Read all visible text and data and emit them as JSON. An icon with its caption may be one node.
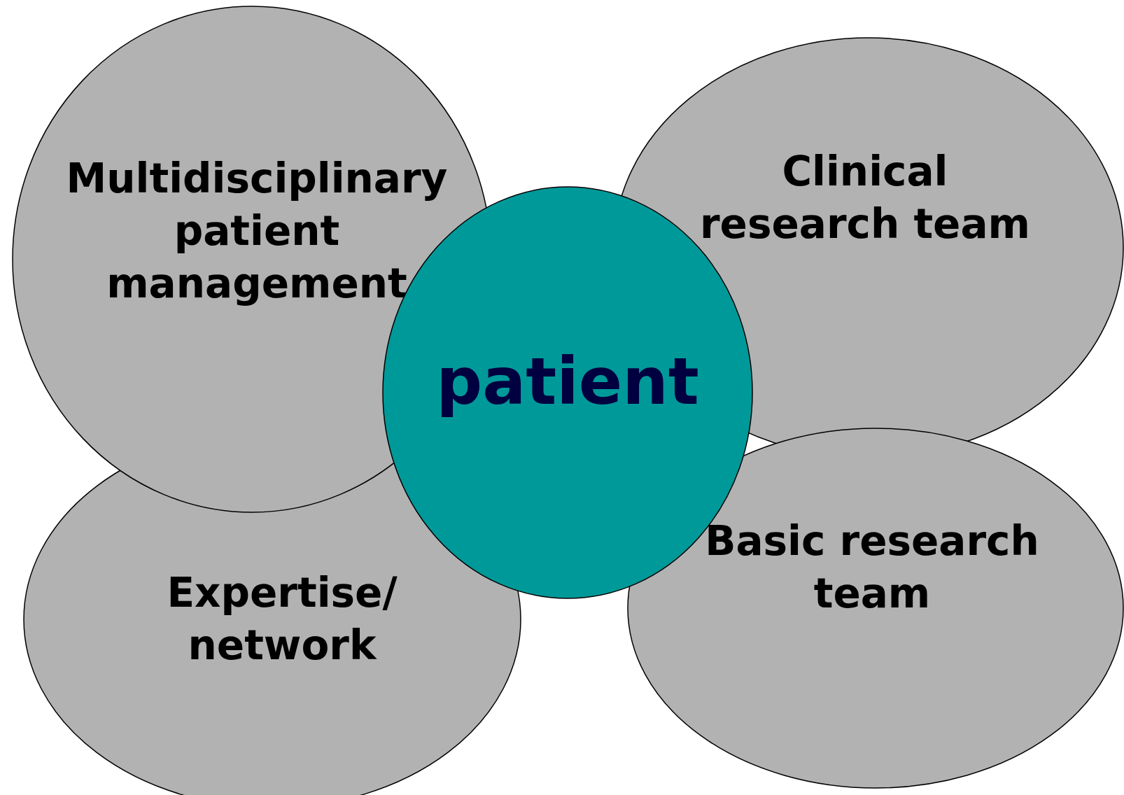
{
  "diagram": {
    "nodes": [
      {
        "text": [
          "Multidisciplinary patient management"
        ]
      },
      {
        "text": [
          "Clinical research team"
        ]
      },
      {
        "text": [
          "patient"
        ]
      },
      {
        "text": [
          "Expertise/ network"
        ]
      },
      {
        "text": [
          "Basic research team"
        ]
      }
    ],
    "edges": []
  }
}
